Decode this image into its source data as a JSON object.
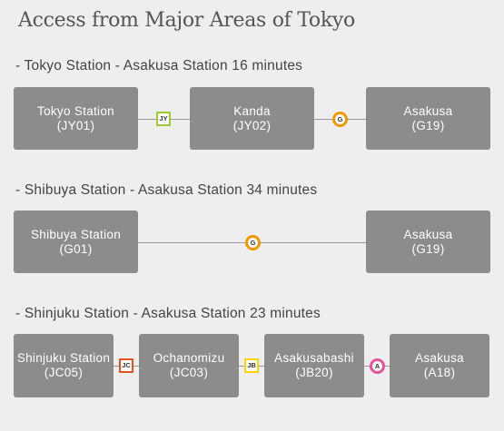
{
  "title": "Access from Major Areas of Tokyo",
  "routes": [
    {
      "heading": "- Tokyo Station - Asakusa Station 16 minutes",
      "stations": [
        {
          "name": "Tokyo Station",
          "code": "(JY01)"
        },
        {
          "name": "Kanda",
          "code": "(JY02)"
        },
        {
          "name": "Asakusa",
          "code": "(G19)"
        }
      ],
      "lines": [
        {
          "label": "JY",
          "shape": "square",
          "color": "#9acd32"
        },
        {
          "label": "G",
          "shape": "circle",
          "color": "#f39700"
        }
      ]
    },
    {
      "heading": "- Shibuya Station - Asakusa Station 34 minutes",
      "stations": [
        {
          "name": "Shibuya Station",
          "code": "(G01)"
        },
        {
          "name": "Asakusa",
          "code": "(G19)"
        }
      ],
      "lines": [
        {
          "label": "G",
          "shape": "circle",
          "color": "#f39700"
        }
      ]
    },
    {
      "heading": "- Shinjuku Station - Asakusa Station 23 minutes",
      "stations": [
        {
          "name": "Shinjuku Station",
          "code": "(JC05)"
        },
        {
          "name": "Ochanomizu",
          "code": "(JC03)"
        },
        {
          "name": "Asakusabashi",
          "code": "(JB20)"
        },
        {
          "name": "Asakusa",
          "code": "(A18)"
        }
      ],
      "lines": [
        {
          "label": "JC",
          "shape": "square",
          "color": "#e8501e"
        },
        {
          "label": "JB",
          "shape": "square",
          "color": "#ffd400"
        },
        {
          "label": "A",
          "shape": "circle",
          "color": "#e85298"
        }
      ]
    }
  ]
}
